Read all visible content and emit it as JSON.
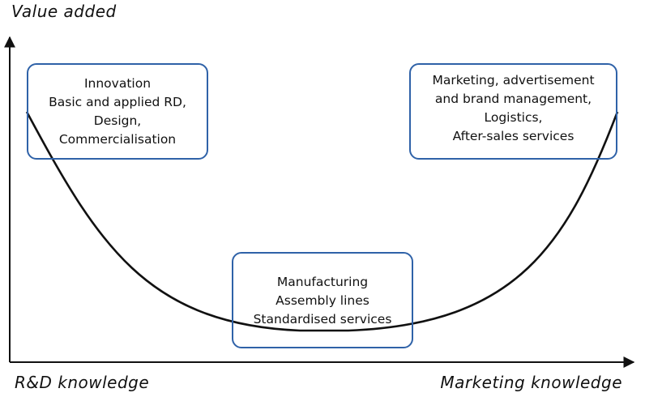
{
  "axes": {
    "y_label": "Value added",
    "x_left_label": "R&D knowledge",
    "x_right_label": "Marketing knowledge"
  },
  "stages": {
    "left": {
      "lines": [
        "Innovation",
        "Basic and applied RD,",
        "Design,",
        "Commercialisation"
      ]
    },
    "middle": {
      "lines": [
        "Manufacturing",
        "Assembly lines",
        "Standardised services"
      ]
    },
    "right": {
      "lines": [
        "Marketing, advertisement",
        "and brand management,",
        "Logistics,",
        "After-sales services"
      ]
    }
  },
  "colors": {
    "box_border": "#2f62a8",
    "curve": "#111111",
    "axis": "#111111"
  }
}
